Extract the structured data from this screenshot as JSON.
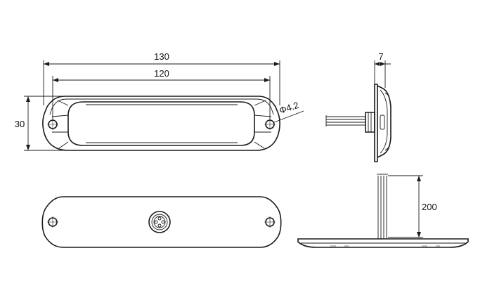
{
  "dimensions": {
    "overall_length": "130",
    "hole_spacing": "120",
    "height": "30",
    "hole_diameter": "Φ4.2",
    "depth": "7",
    "cable_length": "200"
  }
}
